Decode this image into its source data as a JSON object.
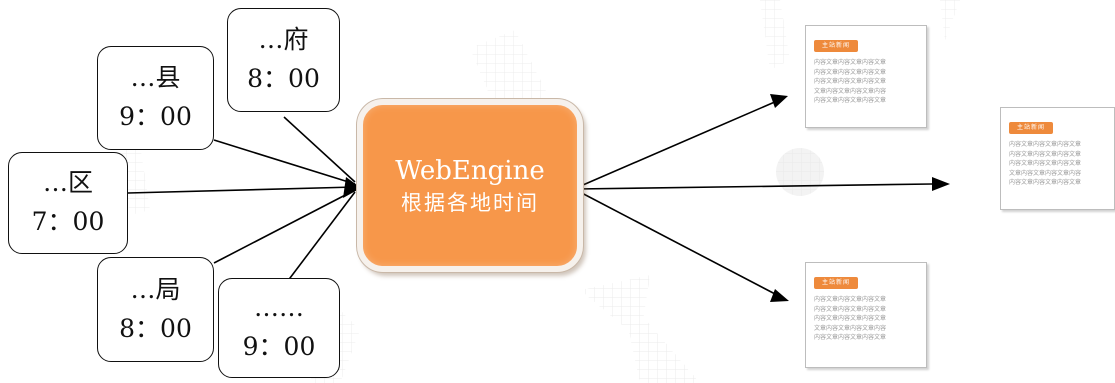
{
  "sources": [
    {
      "name": "…府",
      "time": "8：00"
    },
    {
      "name": "…县",
      "time": "9：00"
    },
    {
      "name": "…区",
      "time": "7：00"
    },
    {
      "name": "…局",
      "time": "8：00"
    },
    {
      "name": "……",
      "time": "9：00"
    }
  ],
  "engine": {
    "title": "WebEngine",
    "subtitle": "根据各地时间"
  },
  "outputs": [
    {
      "tag": "主站新闻",
      "lines": [
        "内容文章内容文章内容文章",
        "内容文章内容文章内容文章",
        "内容文章内容文章内容文章",
        "文章内容文章内容文章内容",
        "内容文章内容文章内容文章"
      ]
    },
    {
      "tag": "主站新闻",
      "lines": [
        "内容文章内容文章内容文章",
        "内容文章内容文章内容文章",
        "内容文章内容文章内容文章",
        "文章内容文章内容文章内容",
        "内容文章内容文章内容文章"
      ]
    },
    {
      "tag": "主站新闻",
      "lines": [
        "内容文章内容文章内容文章",
        "内容文章内容文章内容文章",
        "内容文章内容文章内容文章",
        "文章内容文章内容文章内容",
        "内容文章内容文章内容文章"
      ]
    }
  ],
  "colors": {
    "engine_fill": "#f7974a",
    "tag_fill": "#ee8a3c",
    "watermark": "#d8d8d8"
  }
}
